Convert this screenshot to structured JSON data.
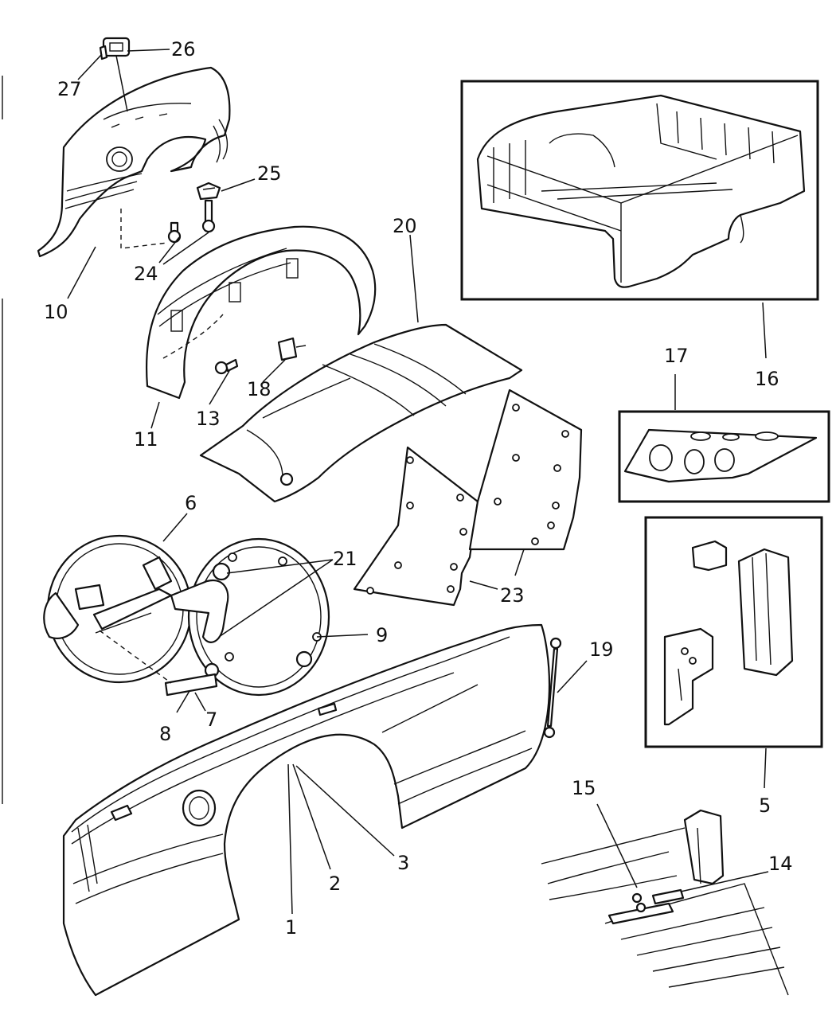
{
  "callouts": {
    "c1": "1",
    "c2": "2",
    "c3": "3",
    "c5": "5",
    "c6": "6",
    "c7": "7",
    "c8": "8",
    "c9": "9",
    "c10": "10",
    "c11": "11",
    "c13": "13",
    "c14": "14",
    "c15": "15",
    "c16": "16",
    "c17": "17",
    "c18": "18",
    "c19": "19",
    "c20": "20",
    "c21": "21",
    "c23": "23",
    "c24": "24",
    "c25": "25",
    "c26": "26",
    "c27": "27"
  }
}
